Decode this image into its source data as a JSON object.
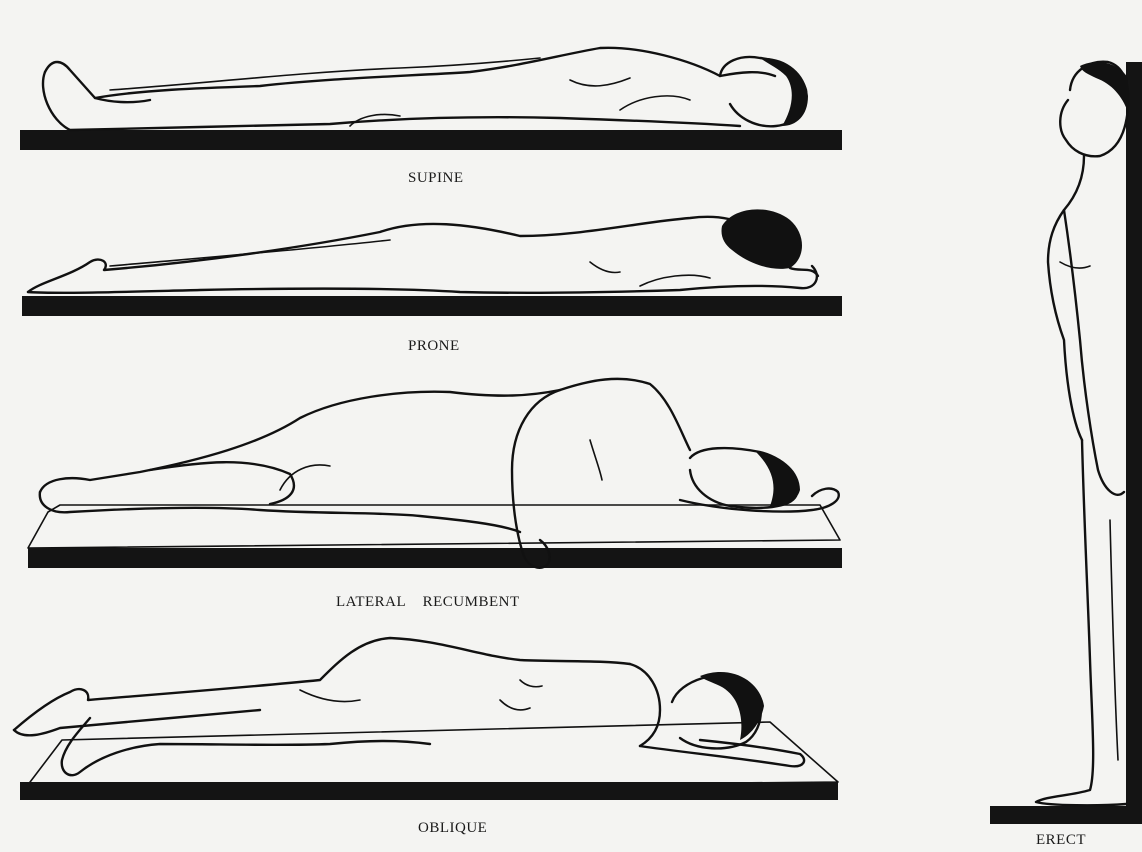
{
  "labels": {
    "supine": "SUPINE",
    "prone": "PRONE",
    "lateral": "LATERAL    RECUMBENT",
    "oblique": "OBLIQUE",
    "erect": "ERECT"
  }
}
